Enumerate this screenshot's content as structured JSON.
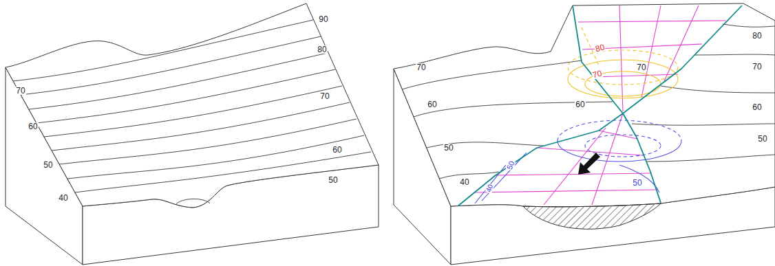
{
  "diagram": {
    "labels": [
      "90",
      "80",
      "70",
      "70",
      "60",
      "60",
      "50",
      "50",
      "40",
      "80",
      "80",
      "70",
      "70",
      "70",
      "70",
      "60",
      "60",
      "60",
      "50",
      "50",
      "50",
      "50",
      "40",
      "40"
    ]
  }
}
